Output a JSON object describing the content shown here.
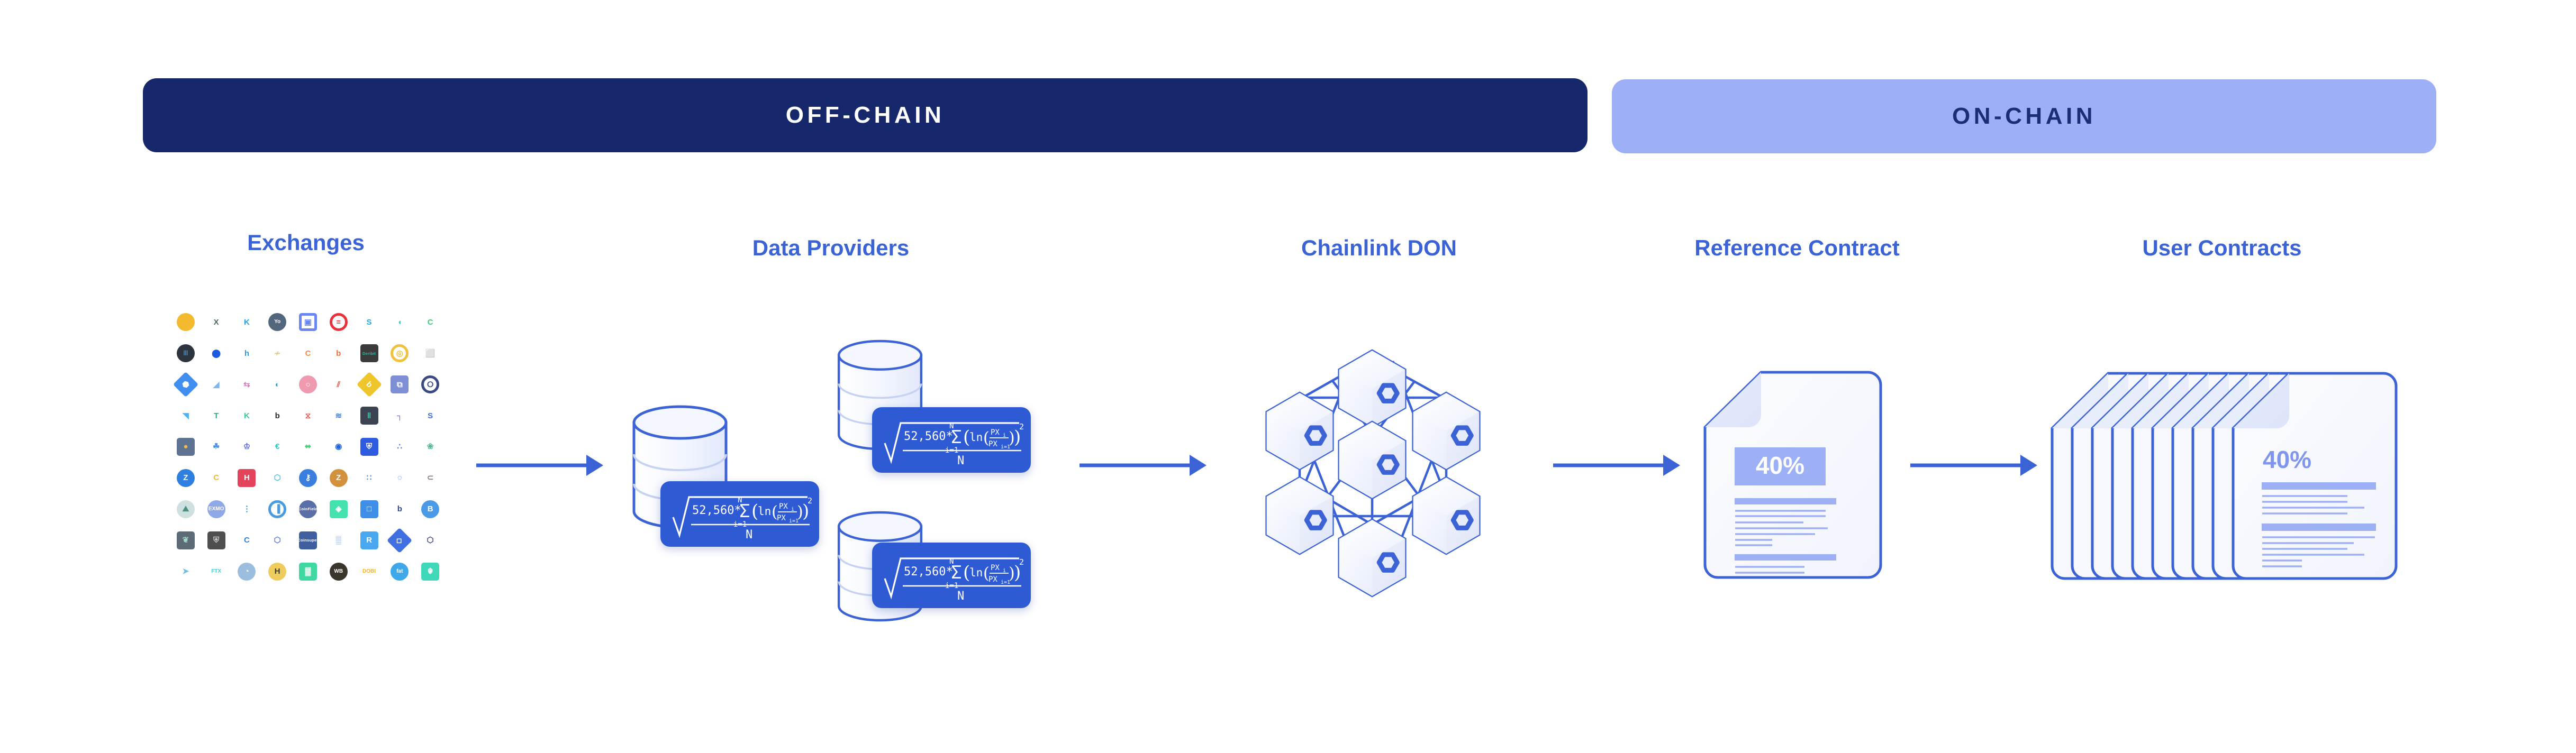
{
  "banners": [
    {
      "id": "off-chain",
      "label": "OFF-CHAIN",
      "bg": "#17276b",
      "color": "#ffffff"
    },
    {
      "id": "on-chain",
      "label": "ON-CHAIN",
      "bg": "#9db0f6",
      "color": "#1b2d74"
    }
  ],
  "sections": {
    "exchanges": "Exchanges",
    "data_providers": "Data Providers",
    "chainlink_don": "Chainlink DON",
    "reference_contract": "Reference Contract",
    "user_contracts": "User Contracts"
  },
  "colors": {
    "accent_blue": "#3c63d6",
    "deep_navy": "#17276b",
    "light_blue": "#9db0f6",
    "formula_blue": "#2e5bd4",
    "doc_fill": "#f5f7fd",
    "doc_stroke": "#3c63d6"
  },
  "formula": {
    "coefficient": "52,560",
    "operator": "*",
    "sum_symbol": "Σ",
    "sum_upper": "N",
    "sum_lower": "i=1",
    "ln": "ln",
    "numerator_var": "PX",
    "numerator_sub": "i",
    "denominator_var": "PX",
    "denominator_sub": "i=1",
    "exponent": "2",
    "divisor": "N",
    "text": "√( 52,560 * Σ(i=1..N)( ln( PX_i / PX_i=1 ) )² / N )"
  },
  "data_providers": {
    "count": 3,
    "cards": [
      {
        "name": "provider-card-1"
      },
      {
        "name": "provider-card-2"
      },
      {
        "name": "provider-card-3"
      }
    ]
  },
  "don": {
    "node_count": 7,
    "node_label": "chainlink-hexagon-logo"
  },
  "reference_contract": {
    "value": "40%",
    "heading_bars": 2,
    "text_lines": 9
  },
  "user_contracts": {
    "value": "40%",
    "stack_count": 10,
    "heading_bars": 2,
    "text_lines": 10
  },
  "arrows": [
    {
      "name": "arrow-exchanges-to-providers"
    },
    {
      "name": "arrow-providers-to-don"
    },
    {
      "name": "arrow-don-to-reference"
    },
    {
      "name": "arrow-reference-to-user"
    }
  ],
  "exchange_logos": [
    {
      "name": "binance",
      "glyph": "◇",
      "bg": "#f3ba2f",
      "shape": "plain",
      "fg": "#f3ba2f"
    },
    {
      "name": "okx",
      "glyph": "X",
      "bg": "transparent",
      "shape": "plain",
      "fg": "#4d6b63"
    },
    {
      "name": "kucoin",
      "glyph": "K",
      "bg": "transparent",
      "shape": "plain",
      "fg": "#24a0e8"
    },
    {
      "name": "yobit",
      "glyph": "Yo",
      "bg": "#52677e",
      "shape": "circle",
      "fg": "#ffffff"
    },
    {
      "name": "bitmart",
      "glyph": "▣",
      "bg": "transparent",
      "shape": "sq-outline",
      "fg": "#6a86f2"
    },
    {
      "name": "bitfinex",
      "glyph": "≡",
      "bg": "transparent",
      "shape": "circle-outline",
      "fg": "#e8313a"
    },
    {
      "name": "stormgain",
      "glyph": "S",
      "bg": "transparent",
      "shape": "plain",
      "fg": "#20a9e6"
    },
    {
      "name": "lbank",
      "glyph": "◖",
      "bg": "transparent",
      "shape": "plain",
      "fg": "#3fc7b4"
    },
    {
      "name": "coinex",
      "glyph": "C",
      "bg": "transparent",
      "shape": "plain",
      "fg": "#3ecf6d"
    },
    {
      "name": "bitstamp",
      "glyph": "|||",
      "bg": "#2c3440",
      "shape": "circle",
      "fg": "#5b9bd8"
    },
    {
      "name": "okcoin",
      "glyph": "⬤",
      "bg": "transparent",
      "shape": "plain",
      "fg": "#1d5ae0"
    },
    {
      "name": "hitbtc",
      "glyph": "h",
      "bg": "transparent",
      "shape": "plain",
      "fg": "#2d9ade"
    },
    {
      "name": "bitbns",
      "glyph": "≁",
      "bg": "transparent",
      "shape": "plain",
      "fg": "#e6c98a"
    },
    {
      "name": "coinsbit",
      "glyph": "C",
      "bg": "transparent",
      "shape": "plain",
      "fg": "#f58a4a"
    },
    {
      "name": "bitrue",
      "glyph": "b",
      "bg": "transparent",
      "shape": "plain",
      "fg": "#f26d3d"
    },
    {
      "name": "deribit",
      "glyph": "Deribit",
      "bg": "#3b3b3b",
      "shape": "sq",
      "fg": "#2fb7a0"
    },
    {
      "name": "bithumb",
      "glyph": "◎",
      "bg": "transparent",
      "shape": "circle-outline",
      "fg": "#f0c23b"
    },
    {
      "name": "luno",
      "glyph": "⬜",
      "bg": "transparent",
      "shape": "plain",
      "fg": "#2d9ff0"
    },
    {
      "name": "coinfield",
      "glyph": "⬢",
      "bg": "#3f8ef0",
      "shape": "rot",
      "fg": "#ffffff"
    },
    {
      "name": "mercatox",
      "glyph": "◢",
      "bg": "transparent",
      "shape": "plain",
      "fg": "#7db6f0"
    },
    {
      "name": "sistemkoin",
      "glyph": "⇆",
      "bg": "transparent",
      "shape": "plain",
      "fg": "#e070c8"
    },
    {
      "name": "bitmex",
      "glyph": "◐",
      "bg": "transparent",
      "shape": "circle",
      "fg": "#2f9fd8"
    },
    {
      "name": "bitforex",
      "glyph": "○",
      "bg": "#f09ab0",
      "shape": "circle",
      "fg": "#ffffff"
    },
    {
      "name": "bibox",
      "glyph": "⫽",
      "bg": "transparent",
      "shape": "plain",
      "fg": "#ef5544"
    },
    {
      "name": "bitz",
      "glyph": "b",
      "bg": "#efc52c",
      "shape": "rot",
      "fg": "#ffffff"
    },
    {
      "name": "bitkub",
      "glyph": "⧉",
      "bg": "#7f8fd6",
      "shape": "sq",
      "fg": "#ffffff"
    },
    {
      "name": "bitpanda",
      "glyph": "⭘",
      "bg": "transparent",
      "shape": "circle-outline",
      "fg": "#3b4a82"
    },
    {
      "name": "korbit",
      "glyph": "◥",
      "bg": "transparent",
      "shape": "plain",
      "fg": "#4ab4f0"
    },
    {
      "name": "tokenize",
      "glyph": "T",
      "bg": "transparent",
      "shape": "plain",
      "fg": "#2fab8c"
    },
    {
      "name": "kyber",
      "glyph": "K",
      "bg": "transparent",
      "shape": "plain",
      "fg": "#31cb9e"
    },
    {
      "name": "bithumbglobal",
      "glyph": "b",
      "bg": "transparent",
      "shape": "plain",
      "fg": "#2a2a2a"
    },
    {
      "name": "hourglass",
      "glyph": "⧖",
      "bg": "transparent",
      "shape": "plain",
      "fg": "#e2574c"
    },
    {
      "name": "waves",
      "glyph": "≋",
      "bg": "transparent",
      "shape": "plain",
      "fg": "#3f86e0"
    },
    {
      "name": "bitay",
      "glyph": "‖",
      "bg": "#3b4450",
      "shape": "sq",
      "fg": "#3fc7b4"
    },
    {
      "name": "corner",
      "glyph": "┐",
      "bg": "transparent",
      "shape": "plain",
      "fg": "#6b62cf"
    },
    {
      "name": "switcheo",
      "glyph": "S",
      "bg": "transparent",
      "shape": "plain",
      "fg": "#3f6fe0"
    },
    {
      "name": "sun",
      "glyph": "●",
      "bg": "#5e7391",
      "shape": "sq",
      "fg": "#f5b84a"
    },
    {
      "name": "cloverleaf",
      "glyph": "☘",
      "bg": "transparent",
      "shape": "plain",
      "fg": "#4b8fe3"
    },
    {
      "name": "crown",
      "glyph": "♔",
      "bg": "transparent",
      "shape": "plain",
      "fg": "#5a6ef0"
    },
    {
      "name": "currency",
      "glyph": "€",
      "bg": "transparent",
      "shape": "plain",
      "fg": "#2fc5bd"
    },
    {
      "name": "cash",
      "glyph": "⬌",
      "bg": "transparent",
      "shape": "plain",
      "fg": "#4ed07c"
    },
    {
      "name": "ring",
      "glyph": "◉",
      "bg": "transparent",
      "shape": "plain",
      "fg": "#2466d8"
    },
    {
      "name": "bshield",
      "glyph": "⛨",
      "bg": "#2f5be0",
      "shape": "sq",
      "fg": "#ffffff"
    },
    {
      "name": "network",
      "glyph": "∴",
      "bg": "transparent",
      "shape": "plain",
      "fg": "#4a74e0"
    },
    {
      "name": "wings",
      "glyph": "❀",
      "bg": "transparent",
      "shape": "plain",
      "fg": "#54b79a"
    },
    {
      "name": "zb",
      "glyph": "Z",
      "bg": "#2f7fe0",
      "shape": "circle",
      "fg": "#ffffff"
    },
    {
      "name": "cobo",
      "glyph": "C",
      "bg": "transparent",
      "shape": "plain",
      "fg": "#f0b83c"
    },
    {
      "name": "hotbit",
      "glyph": "H",
      "bg": "#e3445c",
      "shape": "sq",
      "fg": "#ffffff"
    },
    {
      "name": "cube",
      "glyph": "⬡",
      "bg": "transparent",
      "shape": "plain",
      "fg": "#4fc3e8"
    },
    {
      "name": "bitkey",
      "glyph": "⚷",
      "bg": "#3a7fe0",
      "shape": "circle",
      "fg": "#ffffff"
    },
    {
      "name": "zcoin",
      "glyph": "Z",
      "bg": "#d2913d",
      "shape": "circle",
      "fg": "#ffffff"
    },
    {
      "name": "dots",
      "glyph": "∷",
      "bg": "transparent",
      "shape": "plain",
      "fg": "#4a8ae8"
    },
    {
      "name": "dotted",
      "glyph": "◌",
      "bg": "transparent",
      "shape": "plain",
      "fg": "#2f5be0"
    },
    {
      "name": "loop",
      "glyph": "⊂",
      "bg": "transparent",
      "shape": "plain",
      "fg": "#8a7f7a"
    },
    {
      "name": "mountain",
      "glyph": "⛰",
      "bg": "#cfe0e0",
      "shape": "circle",
      "fg": "#4e8f84"
    },
    {
      "name": "exmo",
      "glyph": "EXMO",
      "bg": "#8fa9e8",
      "shape": "circle",
      "fg": "#ffffff"
    },
    {
      "name": "bitdots",
      "glyph": "⋮",
      "bg": "transparent",
      "shape": "plain",
      "fg": "#2f9fe0"
    },
    {
      "name": "chart",
      "glyph": "▐",
      "bg": "transparent",
      "shape": "circle-outline",
      "fg": "#4a9ae0"
    },
    {
      "name": "coinfield2",
      "glyph": "CoinField",
      "bg": "#5a6fa8",
      "shape": "circle",
      "fg": "#ffffff"
    },
    {
      "name": "diamond",
      "glyph": "◈",
      "bg": "#43e2b0",
      "shape": "sq",
      "fg": "#ffffff"
    },
    {
      "name": "square",
      "glyph": "□",
      "bg": "#3f8ee8",
      "shape": "sq",
      "fg": "#ffffff"
    },
    {
      "name": "bgreen",
      "glyph": "b",
      "bg": "transparent",
      "shape": "plain",
      "fg": "#2f4490"
    },
    {
      "name": "bcircle",
      "glyph": "B",
      "bg": "#4a9ae8",
      "shape": "circle",
      "fg": "#ffffff"
    },
    {
      "name": "leaf",
      "glyph": "❦",
      "bg": "#5d6b78",
      "shape": "sq",
      "fg": "#9fd8c8"
    },
    {
      "name": "shield2",
      "glyph": "⛨",
      "bg": "#4f4f4f",
      "shape": "sq",
      "fg": "#c8c8c8"
    },
    {
      "name": "ccircle",
      "glyph": "C",
      "bg": "transparent",
      "shape": "plain",
      "fg": "#2f7fe8"
    },
    {
      "name": "octagon",
      "glyph": "⬡",
      "bg": "transparent",
      "shape": "plain",
      "fg": "#5a7ae0"
    },
    {
      "name": "coinsuper",
      "glyph": "Coinsuper",
      "bg": "#3f5f9f",
      "shape": "sq",
      "fg": "#ffffff"
    },
    {
      "name": "pixels",
      "glyph": "▒",
      "bg": "transparent",
      "shape": "plain",
      "fg": "#7fa3d8"
    },
    {
      "name": "rbox",
      "glyph": "R",
      "bg": "#4aa8f0",
      "shape": "sq",
      "fg": "#ffffff"
    },
    {
      "name": "rhombus",
      "glyph": "◇",
      "bg": "#3f6fe0",
      "shape": "rot",
      "fg": "#ffffff"
    },
    {
      "name": "outline",
      "glyph": "⬡",
      "bg": "transparent",
      "shape": "plain",
      "fg": "#3b4a82"
    },
    {
      "name": "bird",
      "glyph": "➤",
      "bg": "transparent",
      "shape": "plain",
      "fg": "#6fc0e0"
    },
    {
      "name": "ftx",
      "glyph": "FTX",
      "bg": "transparent",
      "shape": "plain",
      "fg": "#4fc8d8"
    },
    {
      "name": "cat",
      "glyph": "◔",
      "bg": "#9cbede",
      "shape": "circle",
      "fg": "#ffffff"
    },
    {
      "name": "hcoin",
      "glyph": "H",
      "bg": "#efcc5e",
      "shape": "circle",
      "fg": "#3b3b3b"
    },
    {
      "name": "checker",
      "glyph": "▓",
      "bg": "#3fd8a0",
      "shape": "sq",
      "fg": "#ffffff"
    },
    {
      "name": "wb",
      "glyph": "WB",
      "bg": "#3b352c",
      "shape": "circle",
      "fg": "#ffffff"
    },
    {
      "name": "dobi",
      "glyph": "DOBI",
      "bg": "transparent",
      "shape": "plain",
      "fg": "#f0b52c"
    },
    {
      "name": "fat",
      "glyph": "fat",
      "bg": "#3fa8e8",
      "shape": "circle",
      "fg": "#ffffff"
    },
    {
      "name": "bull",
      "glyph": "☬",
      "bg": "#3fd8b8",
      "shape": "sq",
      "fg": "#ffffff"
    }
  ]
}
